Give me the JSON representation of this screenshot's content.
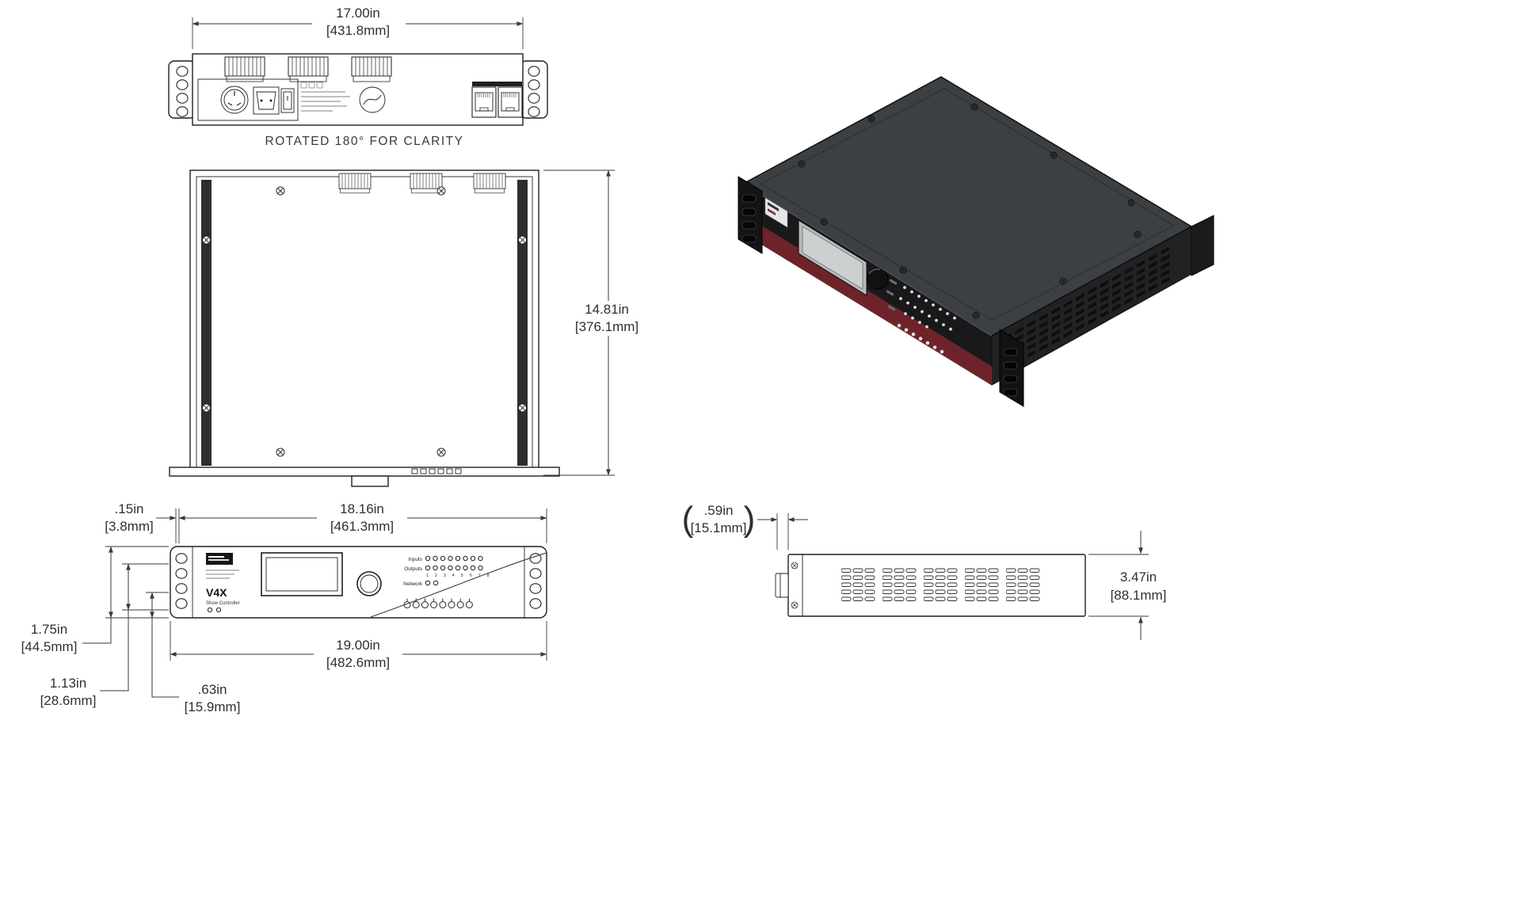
{
  "drawing": {
    "rear": {
      "caption": "ROTATED 180° FOR CLARITY",
      "width_in": "17.00in",
      "width_mm": "[431.8mm]"
    },
    "top": {
      "depth_in": "14.81in",
      "depth_mm": "[376.1mm]"
    },
    "front": {
      "brand": "V4X",
      "brand_sub": "Show Controller",
      "inputs_label": "Inputs",
      "outputs_label": "Outputs",
      "network_label": "Network",
      "outputs_numbers": "1 2 3 4 5 6 7 8",
      "offset_in": ".15in",
      "offset_mm": "[3.8mm]",
      "inner_width_in": "18.16in",
      "inner_width_mm": "[461.3mm]",
      "outer_width_in": "19.00in",
      "outer_width_mm": "[482.6mm]",
      "height_in": "1.75in",
      "height_mm": "[44.5mm]",
      "hole_span_in": "1.13in",
      "hole_span_mm": "[28.6mm]",
      "hole_offset_in": ".63in",
      "hole_offset_mm": "[15.9mm]"
    },
    "side": {
      "paren_open": "(",
      "paren_close": ")",
      "front_depth_in": ".59in",
      "front_depth_mm": "[15.1mm]",
      "height_in": "3.47in",
      "height_mm": "[88.1mm]"
    },
    "colors": {
      "line": "#2b2b2b",
      "chassis_dark": "#3d4043",
      "front_black": "#19191c",
      "accent_red": "#6d2329"
    }
  }
}
